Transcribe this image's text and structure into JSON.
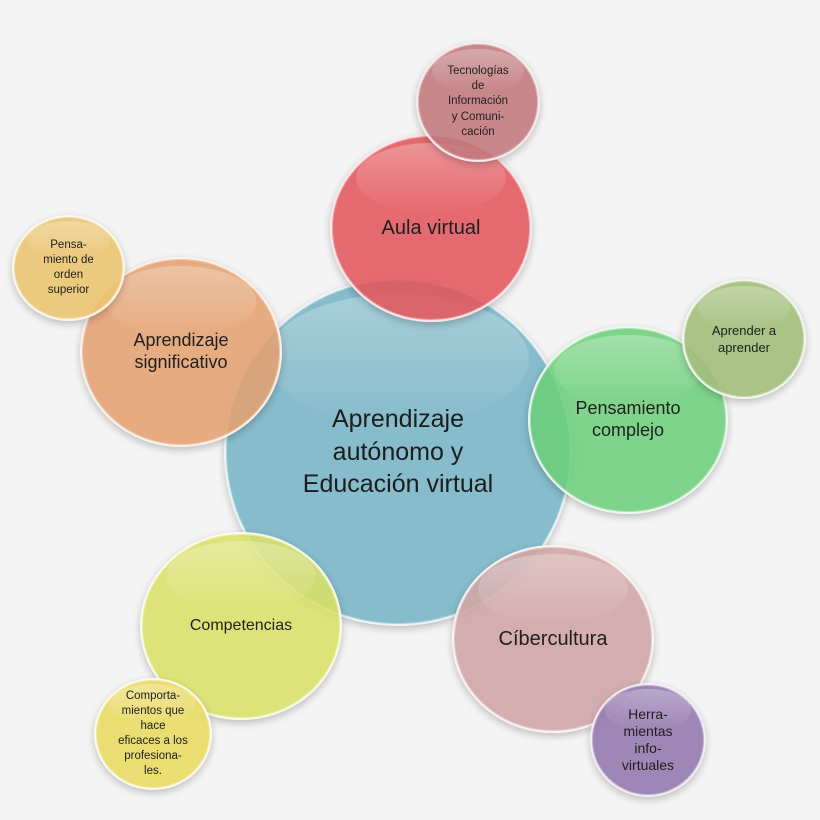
{
  "diagram": {
    "center": {
      "label": "Aprendizaje\nautónomo y\nEducación virtual",
      "color": "#7ab6c6"
    },
    "nodes": [
      {
        "id": "aula",
        "label": "Aula virtual",
        "color": "#e2565c",
        "satellite": {
          "label": "Tecnologías\nde\nInformación\ny Comuni-\ncación",
          "color": "#c0787c"
        }
      },
      {
        "id": "aprend",
        "label": "Aprendizaje\nsignificativo",
        "color": "#e4a070",
        "satellite": {
          "label": "Pensa-\nmiento de\norden\nsuperior",
          "color": "#eac470"
        }
      },
      {
        "id": "complejo",
        "label": "Pensamiento\ncomplejo",
        "color": "#6ace78",
        "satellite": {
          "label": "Aprender a\naprender",
          "color": "#a2be7a"
        }
      },
      {
        "id": "ciber",
        "label": "Cíbercultura",
        "color": "#d0a6a6",
        "satellite": {
          "label": "Herra-\nmientas\ninfo-\nvirtuales",
          "color": "#967cb0"
        }
      },
      {
        "id": "compet",
        "label": "Competencias",
        "color": "#dae066",
        "satellite": {
          "label": "Comporta-\nmientos que\nhace\neficaces a los\nprofesiona-\nles.",
          "color": "#e8da66"
        }
      }
    ]
  }
}
